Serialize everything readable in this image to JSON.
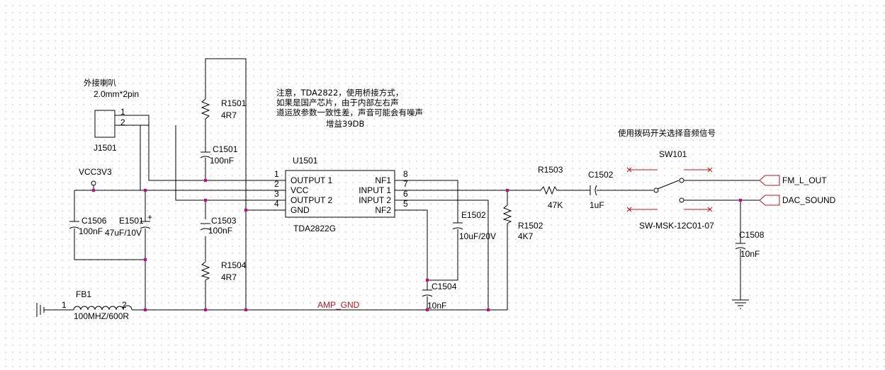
{
  "colors": {
    "wire": "#000000",
    "junction": "#d6008e",
    "net_label": "#c0141b",
    "grid_dot": "#d4d4d4"
  },
  "connector": {
    "title": "外接喇叭",
    "spec": "2.0mm*2pin",
    "ref": "J1501",
    "pin1": "1",
    "pin2": "2"
  },
  "note": {
    "line1": "注意，TDA2822，使用桥接方式，",
    "line2": "如果是国产芯片，由于内部左右声",
    "line3": "道运放参数一致性差，声音可能会有噪声",
    "line4": "增益39DB"
  },
  "switch_note": "使用拨码开关选择音频信号",
  "ic": {
    "ref": "U1501",
    "part": "TDA2822G",
    "pins_left": [
      {
        "num": "1",
        "name": "OUTPUT 1"
      },
      {
        "num": "2",
        "name": "VCC"
      },
      {
        "num": "3",
        "name": "OUTPUT 2"
      },
      {
        "num": "4",
        "name": "GND"
      }
    ],
    "pins_right": [
      {
        "num": "8",
        "name": "NF1"
      },
      {
        "num": "7",
        "name": "INPUT 1"
      },
      {
        "num": "6",
        "name": "INPUT 2"
      },
      {
        "num": "5",
        "name": "NF2"
      }
    ]
  },
  "power": {
    "vcc": "VCC3V3",
    "amp_gnd": "AMP_GND"
  },
  "components": {
    "R1501": {
      "ref": "R1501",
      "value": "4R7"
    },
    "C1501": {
      "ref": "C1501",
      "value": "100nF"
    },
    "C1503": {
      "ref": "C1503",
      "value": "100nF"
    },
    "R1504": {
      "ref": "R1504",
      "value": "4R7"
    },
    "C1506": {
      "ref": "C1506",
      "value": "100nF"
    },
    "E1501": {
      "ref": "E1501",
      "value": "47uF/10V"
    },
    "FB1": {
      "ref": "FB1",
      "value": "100MHZ/600R",
      "pin1": "1",
      "pin2": "2"
    },
    "E1502": {
      "ref": "E1502",
      "value": "10uF/20V"
    },
    "C1504": {
      "ref": "C1504",
      "value": "10nF"
    },
    "R1502": {
      "ref": "R1502",
      "value": "4K7"
    },
    "R1503": {
      "ref": "R1503",
      "value": "47K"
    },
    "C1502": {
      "ref": "C1502",
      "value": "1uF"
    },
    "SW101": {
      "ref": "SW101",
      "value": "SW-MSK-12C01-07"
    },
    "C1508": {
      "ref": "C1508",
      "value": "10nF"
    }
  },
  "ports": {
    "fm": "FM_L_OUT",
    "dac": "DAC_SOUND"
  }
}
